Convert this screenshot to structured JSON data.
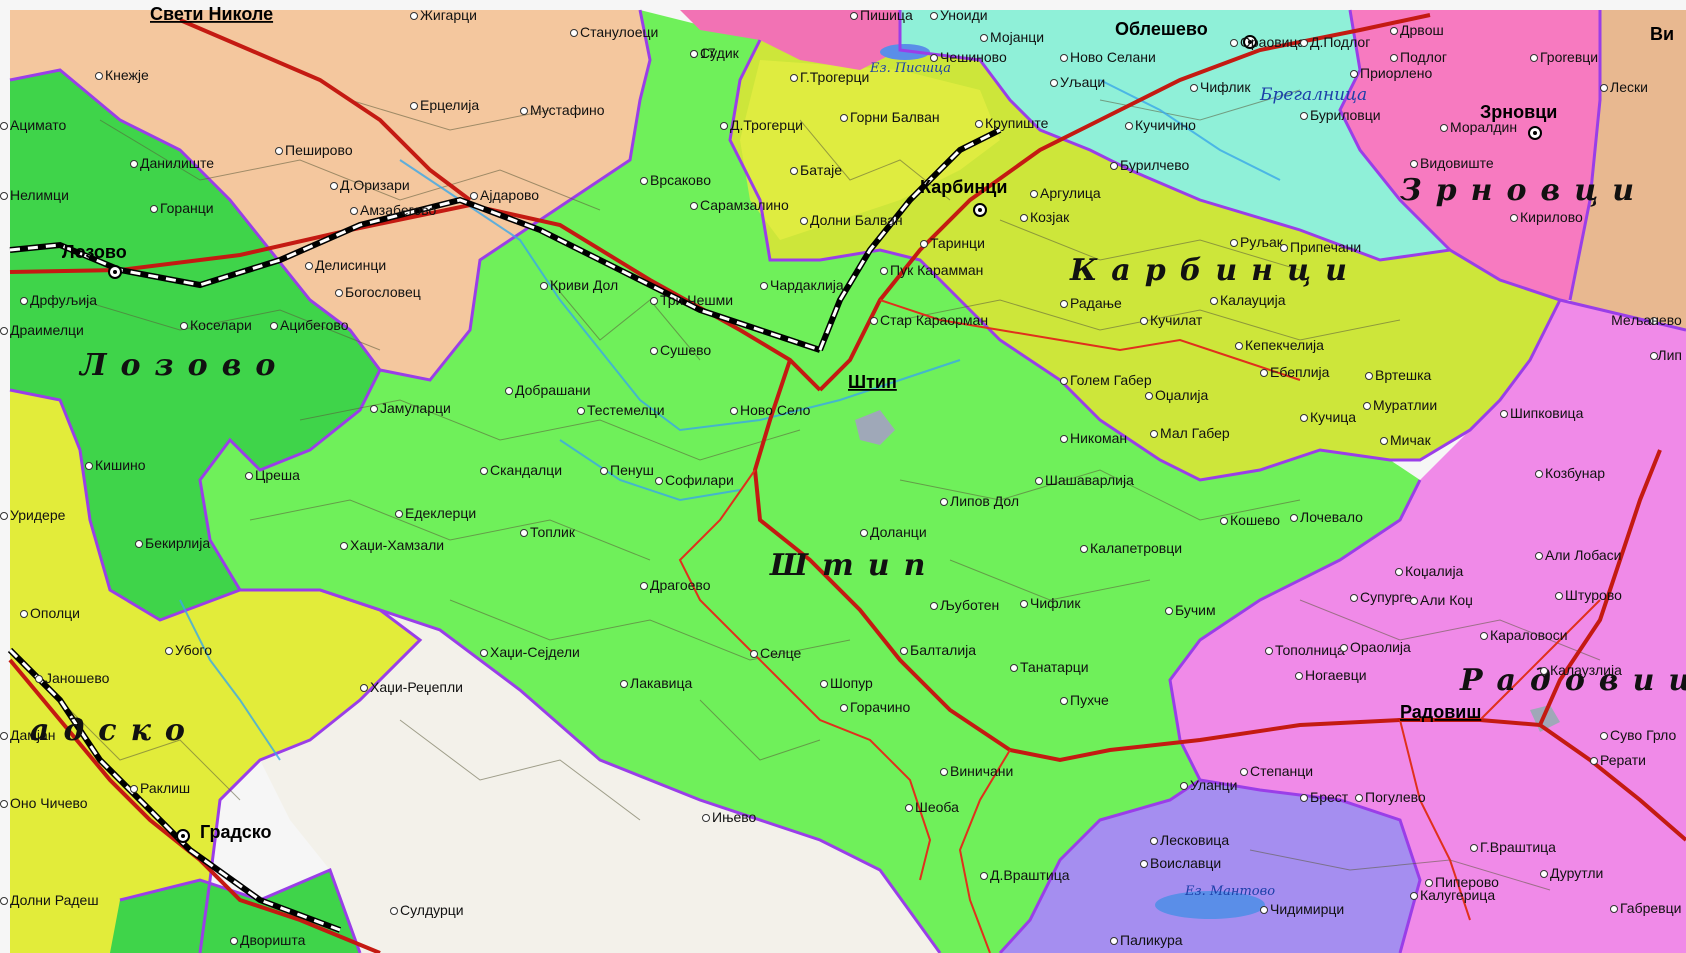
{
  "regions": {
    "shtip": "Штип",
    "karbinci": "Карбинци",
    "lozovo": "Лозово",
    "zrnovci": "Зрновци",
    "radovis": "Радовиш",
    "gradsko": "адско"
  },
  "cities": {
    "shtip": "Штип",
    "karbinci": "Карбинци",
    "lozovo": "Лозово",
    "zrnovci": "Зрновци",
    "radovis": "Радовиш",
    "gradsko": "Градско",
    "obleshevo": "Облешево",
    "sveti_nikole": "Свети Николе",
    "vi": "Ви"
  },
  "water": {
    "bregalnica": "Брегалница",
    "ez_pishica": "Ез. Писшца",
    "ez_mantovo": "Ез. Мантово"
  },
  "villages": [
    {
      "name": "Судик"
    },
    {
      "name": "Станулоеци"
    },
    {
      "name": "Кнежје"
    },
    {
      "name": "Ерцелија"
    },
    {
      "name": "Мустафино"
    },
    {
      "name": "Г.Трогерци"
    },
    {
      "name": "Д.Трогерци"
    },
    {
      "name": "Горни Балван"
    },
    {
      "name": "Крупиште"
    },
    {
      "name": "Пешировo"
    },
    {
      "name": "Данилиште"
    },
    {
      "name": "Д.Оризари"
    },
    {
      "name": "Амзабегово"
    },
    {
      "name": "Ајдарово"
    },
    {
      "name": "Врсакoвo"
    },
    {
      "name": "Сарамзалино"
    },
    {
      "name": "Бaтaјe"
    },
    {
      "name": "Долни Балван"
    },
    {
      "name": "Аргулица"
    },
    {
      "name": "Козјак"
    },
    {
      "name": "Уљаци"
    },
    {
      "name": "Чифлик"
    },
    {
      "name": "Кучичино"
    },
    {
      "name": "Бурилчево"
    },
    {
      "name": "Моралдин"
    },
    {
      "name": "Видовиште"
    },
    {
      "name": "Лески"
    },
    {
      "name": "Дрвoш"
    },
    {
      "name": "Делисинци"
    },
    {
      "name": "Богословец"
    },
    {
      "name": "Криви Дол"
    },
    {
      "name": "Три Чешми"
    },
    {
      "name": "Чардаклија"
    },
    {
      "name": "Таринци"
    },
    {
      "name": "Пук Карамман"
    },
    {
      "name": "Руљак"
    },
    {
      "name": "Припечани"
    },
    {
      "name": "Дрфуљија"
    },
    {
      "name": "Коселари"
    },
    {
      "name": "Ацибегово"
    },
    {
      "name": "Сушево"
    },
    {
      "name": "Стар Караорман"
    },
    {
      "name": "Радање"
    },
    {
      "name": "Кучилат"
    },
    {
      "name": "Калауција"
    },
    {
      "name": "Кепекчелија"
    },
    {
      "name": "Добрашани"
    },
    {
      "name": "Тестемелци"
    },
    {
      "name": "Ново Село"
    },
    {
      "name": "Голем Габер"
    },
    {
      "name": "Оџалија"
    },
    {
      "name": "Ебеплија"
    },
    {
      "name": "Вртешка"
    },
    {
      "name": "Јамуларци"
    },
    {
      "name": "Мал Габер"
    },
    {
      "name": "Кучица"
    },
    {
      "name": "Мурaтлии"
    },
    {
      "name": "Мичак"
    },
    {
      "name": "Шипковица"
    },
    {
      "name": "Кишино"
    },
    {
      "name": "Цреша"
    },
    {
      "name": "Скандалци"
    },
    {
      "name": "Пенуш"
    },
    {
      "name": "Софилари"
    },
    {
      "name": "Никоман"
    },
    {
      "name": "Шашаварлија"
    },
    {
      "name": "Козбунар"
    },
    {
      "name": "Уридере"
    },
    {
      "name": "Бекирлија"
    },
    {
      "name": "Едеклерци"
    },
    {
      "name": "Топлик"
    },
    {
      "name": "Хаџи-Хамзали"
    },
    {
      "name": "Липов Дол"
    },
    {
      "name": "Доланци"
    },
    {
      "name": "Кошево"
    },
    {
      "name": "Лочевало"
    },
    {
      "name": "Калапетровци"
    },
    {
      "name": "Али Лобаси"
    },
    {
      "name": "Драгоево"
    },
    {
      "name": "Љуботен"
    },
    {
      "name": "Чифлик"
    },
    {
      "name": "Коџалија"
    },
    {
      "name": "Супурге"
    },
    {
      "name": "Али Коџ"
    },
    {
      "name": "Штурово"
    },
    {
      "name": "Бучим"
    },
    {
      "name": "Тополница"
    },
    {
      "name": "Ораолија"
    },
    {
      "name": "Караловоси"
    },
    {
      "name": "Калаузлија"
    },
    {
      "name": "Ополци"
    },
    {
      "name": "Убого"
    },
    {
      "name": "Хаџи-Сејдели"
    },
    {
      "name": "Селце"
    },
    {
      "name": "Балталија"
    },
    {
      "name": "Танатарци"
    },
    {
      "name": "Ногаевци"
    },
    {
      "name": "Јаношево"
    },
    {
      "name": "Хаџи-Реџепли"
    },
    {
      "name": "Лакавица"
    },
    {
      "name": "Шопур"
    },
    {
      "name": "Пухче"
    },
    {
      "name": "Горачино"
    },
    {
      "name": "Виничани"
    },
    {
      "name": "Степанци"
    },
    {
      "name": "Суво Грло"
    },
    {
      "name": "Дамјан"
    },
    {
      "name": "Раклиш"
    },
    {
      "name": "Уланци"
    },
    {
      "name": "Брест"
    },
    {
      "name": "Погулево"
    },
    {
      "name": "Ињево"
    },
    {
      "name": "Шеоба"
    },
    {
      "name": "Лесковица"
    },
    {
      "name": "Г.Враштица"
    },
    {
      "name": "Воиславци"
    },
    {
      "name": "Д.Враштица"
    },
    {
      "name": "Пиперово"
    },
    {
      "name": "Дурутли"
    },
    {
      "name": "Сулдурци"
    },
    {
      "name": "Чидимирци"
    },
    {
      "name": "Габревци"
    },
    {
      "name": "Калугерица"
    },
    {
      "name": "Дворишта"
    },
    {
      "name": "Паликура"
    },
    {
      "name": "Долни Радеш"
    },
    {
      "name": "Оно Чичево"
    },
    {
      "name": "Рерати"
    },
    {
      "name": "Орaoвица"
    },
    {
      "name": "Д.Подлог"
    },
    {
      "name": "Подлог"
    },
    {
      "name": "Гроrевци"
    },
    {
      "name": "Приорлено"
    },
    {
      "name": "Мојанци"
    },
    {
      "name": "Ново Селани"
    },
    {
      "name": "Чешиново"
    },
    {
      "name": "Пишица"
    },
    {
      "name": "Уноиди"
    },
    {
      "name": "Жигарци"
    },
    {
      "name": "Бурилoвци"
    },
    {
      "name": "Горанци"
    },
    {
      "name": "Ацимато"
    },
    {
      "name": "Нелимци"
    },
    {
      "name": "Кирилово"
    },
    {
      "name": "Драимелци"
    },
    {
      "name": "Мељанево"
    },
    {
      "name": "Лип"
    },
    {
      "name": "17"
    }
  ]
}
